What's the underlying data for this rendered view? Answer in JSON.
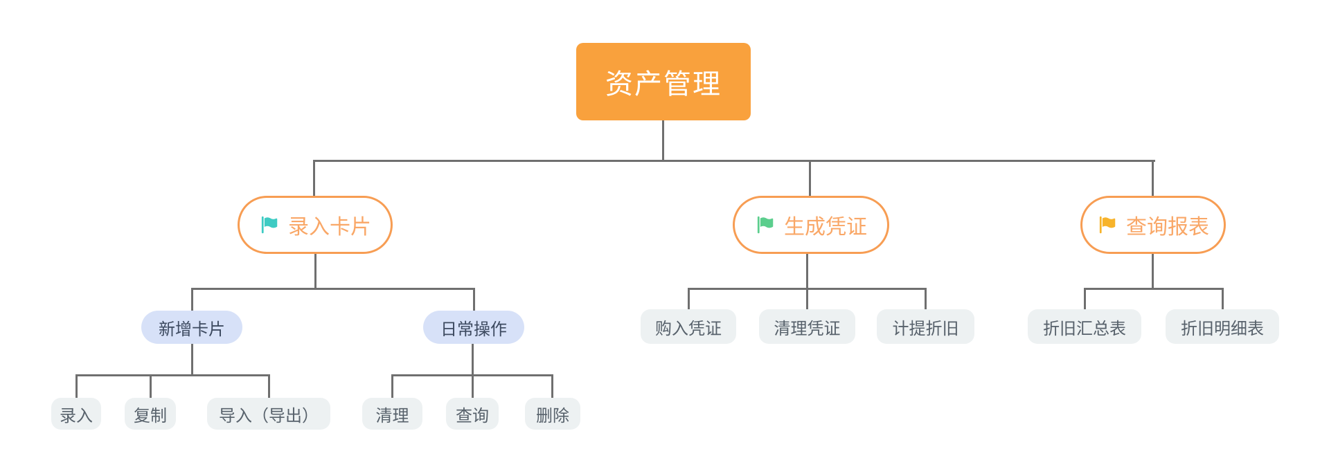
{
  "mindmap": {
    "root": {
      "label": "资产管理"
    },
    "branches": [
      {
        "label": "录入卡片",
        "flag_icon": "flag-icon",
        "flag_color": "#3ECBC3",
        "children": [
          {
            "label": "新增卡片",
            "children": [
              {
                "label": "录入"
              },
              {
                "label": "复制"
              },
              {
                "label": "导入（导出）"
              }
            ]
          },
          {
            "label": "日常操作",
            "children": [
              {
                "label": "清理"
              },
              {
                "label": "查询"
              },
              {
                "label": "删除"
              }
            ]
          }
        ]
      },
      {
        "label": "生成凭证",
        "flag_icon": "flag-icon",
        "flag_color": "#5BCE8D",
        "children": [
          {
            "label": "购入凭证"
          },
          {
            "label": "清理凭证"
          },
          {
            "label": "计提折旧"
          }
        ]
      },
      {
        "label": "查询报表",
        "flag_icon": "flag-icon",
        "flag_color": "#F7B32B",
        "children": [
          {
            "label": "折旧汇总表"
          },
          {
            "label": "折旧明细表"
          }
        ]
      }
    ]
  },
  "colors": {
    "root_fill": "#F9A13D",
    "root_text": "#FFFFFF",
    "branch_border": "#F79D53",
    "branch_text": "#F9A767",
    "flag_teal": "#3ECBC3",
    "flag_green": "#5BCE8D",
    "flag_amber": "#F7B32B",
    "sub_fill": "#D7E1F8",
    "sub_text": "#3D4A60",
    "leaf_fill": "#EDF1F2",
    "leaf_text": "#57616B",
    "connector": "#6F6F6F",
    "canvas_bg": "#FFFFFF"
  }
}
